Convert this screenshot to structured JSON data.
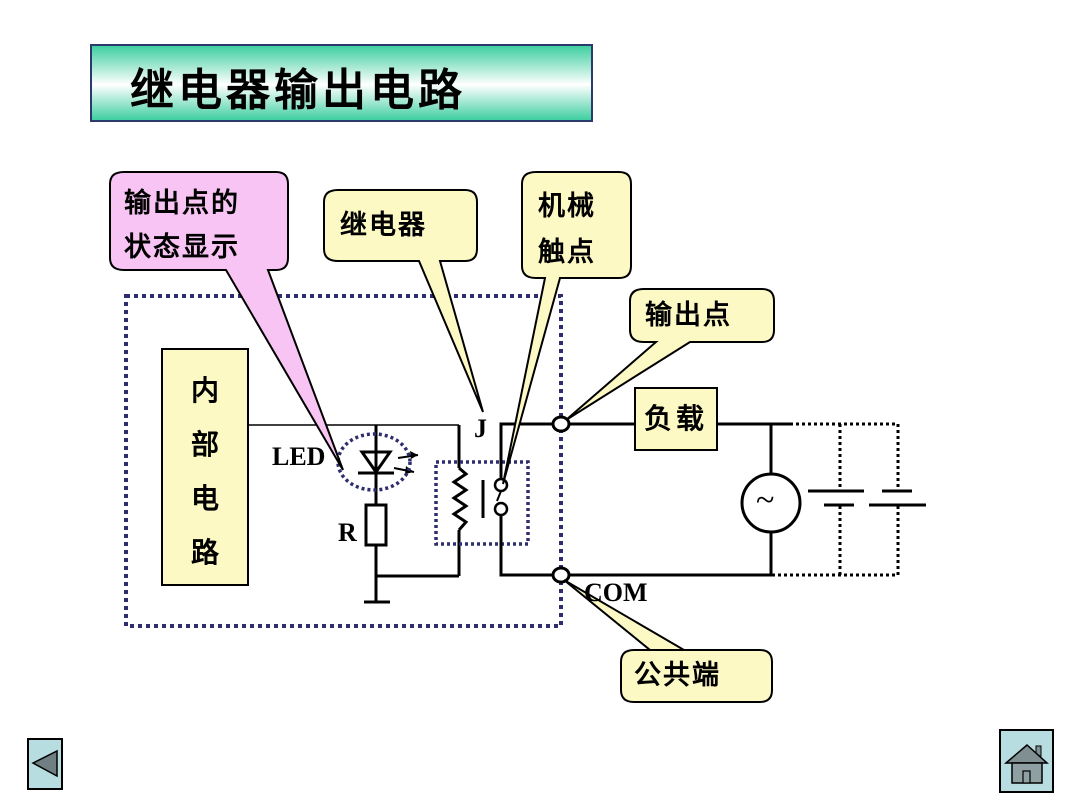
{
  "title": "继电器输出电路",
  "callouts": {
    "led_status": [
      "输出点的",
      "状态显示"
    ],
    "relay": [
      "继电器"
    ],
    "contact": [
      "机械",
      "触点"
    ],
    "output_point": [
      "输出点"
    ],
    "common": [
      "公共端"
    ]
  },
  "internal_circuit": [
    "内",
    "部",
    "电",
    "路"
  ],
  "load": "负载",
  "labels": {
    "led": "LED",
    "resistor": "R",
    "relay": "J",
    "com": "COM",
    "ac_source": "~"
  },
  "colors": {
    "callout_pink": "#f8c4f4",
    "callout_yellow": "#fdf9c4",
    "dotted_border": "#2e2e6e",
    "nav_button": "#b8dde0"
  },
  "nav": {
    "back_icon": "triangle-left-icon",
    "home_icon": "home-icon"
  }
}
